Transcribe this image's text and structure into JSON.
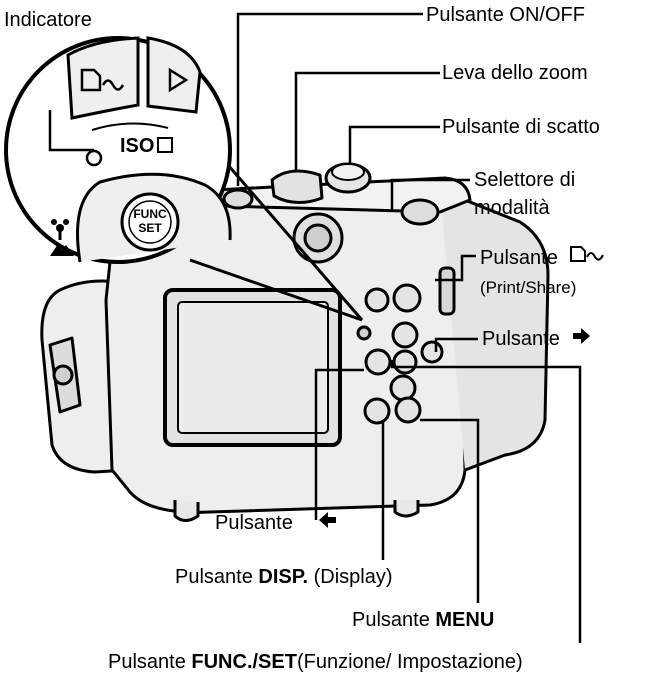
{
  "labels": {
    "indicator": "Indicatore",
    "on_off": "Pulsante ON/OFF",
    "zoom": "Leva dello zoom",
    "shutter": "Pulsante di scatto",
    "mode_line1": "Selettore di",
    "mode_line2": "modalità",
    "print_share_prefix": "Pulsante",
    "print_share_note": "(Print/Share)",
    "right_prefix": "Pulsante",
    "left_prefix": "Pulsante",
    "disp_prefix": "Pulsante ",
    "disp_bold": "DISP.",
    "disp_suffix": " (Display)",
    "menu_prefix": "Pulsante ",
    "menu_bold": "MENU",
    "func_prefix": "Pulsante ",
    "func_bold": "FUNC./SET",
    "func_suffix": "(Funzione/ Impostazione)"
  },
  "inset": {
    "iso_text": "ISO",
    "func_line1": "FUNC",
    "func_line2": "SET"
  },
  "icons": [
    "print-share-icon",
    "arrow-right-icon",
    "arrow-left-icon",
    "play-icon",
    "macro-flower-icon",
    "mountain-icon"
  ],
  "colors": {
    "ink": "#000000",
    "body": "#eeeeee",
    "body_shade": "#d6d6d6",
    "screen": "#e2e2e2"
  }
}
